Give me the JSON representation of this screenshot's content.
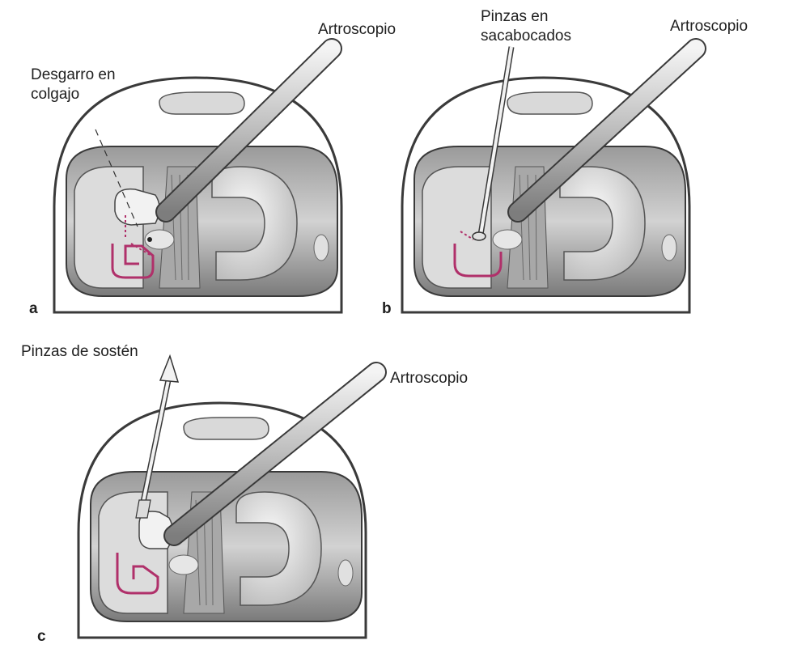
{
  "figure": {
    "panels": [
      {
        "letter": "a",
        "labels": {
          "scope": "Artroscopio",
          "tear_line1": "Desgarro en",
          "tear_line2": "colgajo"
        }
      },
      {
        "letter": "b",
        "labels": {
          "punch_line1": "Pinzas en",
          "punch_line2": "sacabocados",
          "scope": "Artroscopio"
        }
      },
      {
        "letter": "c",
        "labels": {
          "grasper": "Pinzas de sostén",
          "scope": "Artroscopio"
        }
      }
    ]
  },
  "colors": {
    "outline": "#3a3a3a",
    "tissue_light": "#ececec",
    "tissue_mid": "#cfcfcf",
    "tissue_dark": "#8a8a8a",
    "tear_highlight": "#b0306a"
  }
}
